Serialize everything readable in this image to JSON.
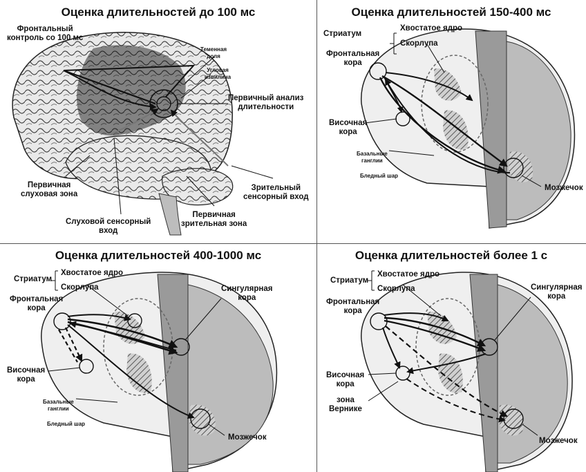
{
  "panels": {
    "p1": {
      "title": "Оценка длительностей до 100 мс",
      "labels": {
        "frontal_control": "Фронтальный\nконтроль со 100 мс",
        "parietal_lobe": "Теменная\nдоля",
        "angular_gyrus": "Угловая\nизвилина",
        "primary_analysis": "Первичный анализ\nдлительности",
        "primary_auditory": "Первичная\nслуховая зона",
        "auditory_input": "Слуховой сенсорный\nвход",
        "visual_input": "Зрительный\nсенсорный вход",
        "primary_visual": "Первичная\nзрительная зона"
      }
    },
    "p2": {
      "title": "Оценка длительностей 150-400 мс",
      "labels": {
        "striatum": "Стриатум",
        "caudate": "Хвостатое ядро",
        "putamen": "Скорлупа",
        "frontal_cortex": "Фронтальная\nкора",
        "temporal_cortex": "Височная\nкора",
        "basal_ganglia": "Базальные\nганглии",
        "globus_pallidus": "Бледный шар",
        "cerebellum": "Мозжечок"
      }
    },
    "p3": {
      "title": "Оценка длительностей 400-1000 мс",
      "labels": {
        "striatum": "Стриатум",
        "caudate": "Хвостатое ядро",
        "putamen": "Скорлупа",
        "frontal_cortex": "Фронтальная\nкора",
        "cingulate_cortex": "Сингулярная\nкора",
        "temporal_cortex": "Височная\nкора",
        "basal_ganglia": "Базальные\nганглии",
        "globus_pallidus": "Бледный шар",
        "cerebellum": "Мозжечок"
      }
    },
    "p4": {
      "title": "Оценка длительностей более 1 с",
      "labels": {
        "striatum": "Стриатум",
        "caudate": "Хвостатое ядро",
        "putamen": "Скорлупа",
        "frontal_cortex": "Фронтальная\nкора",
        "cingulate_cortex": "Сингулярная\nкора",
        "temporal_cortex": "Височная\nкора",
        "wernicke": "зона\nВернике",
        "cerebellum": "Мозжечок"
      }
    }
  },
  "colors": {
    "cortex_light": "#e8e8e8",
    "cortex_dark": "#7a7a7a",
    "section_fill": "#f2f2f2",
    "hatch": "#5a5a5a",
    "arrow": "#111111",
    "divider": "#555555"
  }
}
